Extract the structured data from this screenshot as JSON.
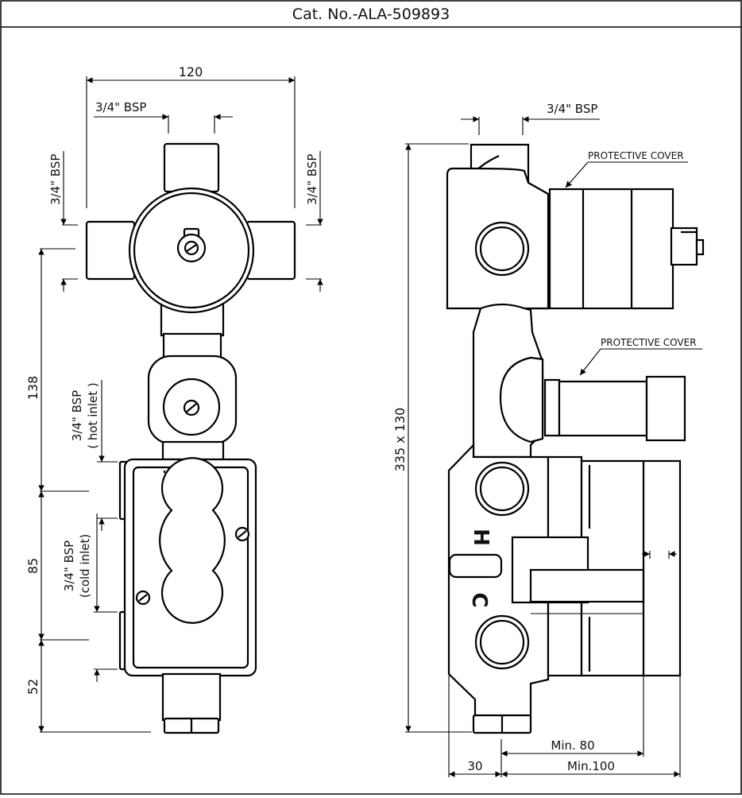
{
  "title": "Cat. No.-ALA-509893",
  "front_view": {
    "width_dim": "120",
    "top_port": "3/4\" BSP",
    "left_port": "3/4\" BSP",
    "right_port": "3/4\" BSP",
    "dim_upper": "138",
    "dim_middle": "85",
    "dim_lower": "52",
    "hot_inlet_line1": "3/4\" BSP",
    "hot_inlet_line2": "( hot inlet )",
    "cold_inlet_line1": "3/4\" BSP",
    "cold_inlet_line2": "(cold inlet)"
  },
  "side_view": {
    "top_port": "3/4\" BSP",
    "cover_upper": "PROTECTIVE COVER",
    "cover_lower": "PROTECTIVE COVER",
    "overall_dim": "335 x 130",
    "hot_mark": "H",
    "cold_mark": "C",
    "min80": "Min. 80",
    "dim30": "30",
    "min100": "Min.100"
  }
}
